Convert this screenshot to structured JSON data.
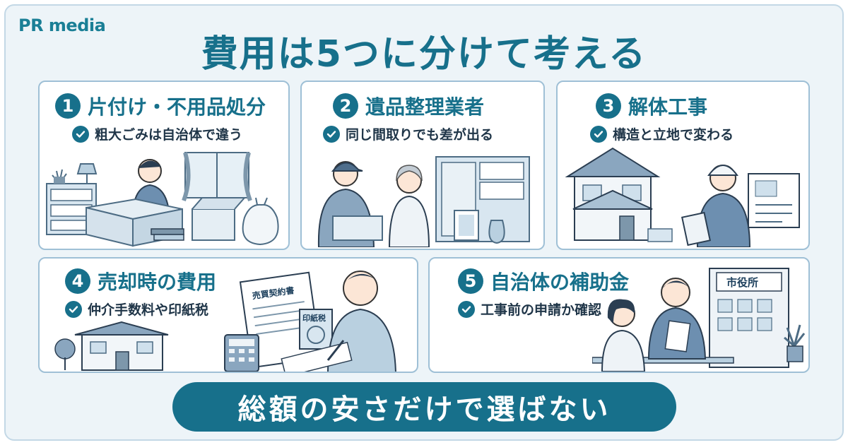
{
  "brand": "PR media",
  "title": "費用は5つに分けて考える",
  "cards": [
    {
      "number": "1",
      "title": "片付け・不用品処分",
      "note": "粗大ごみは自治体で違う"
    },
    {
      "number": "2",
      "title": "遺品整理業者",
      "note": "同じ間取りでも差が出る"
    },
    {
      "number": "3",
      "title": "解体工事",
      "note": "構造と立地で変わる"
    },
    {
      "number": "4",
      "title": "売却時の費用",
      "note": "仲介手数料や印紙税"
    },
    {
      "number": "5",
      "title": "自治体の補助金",
      "note": "工事前の申請か確認"
    }
  ],
  "illustrations": {
    "contract_label": "売買契約書",
    "stamp_label": "印紙税",
    "city_hall_sign": "市役所"
  },
  "banner": "総額の安さだけで選ばない",
  "colors": {
    "primary": "#17708b",
    "card_border": "#9fc0d6",
    "background": "#edf4f8"
  }
}
